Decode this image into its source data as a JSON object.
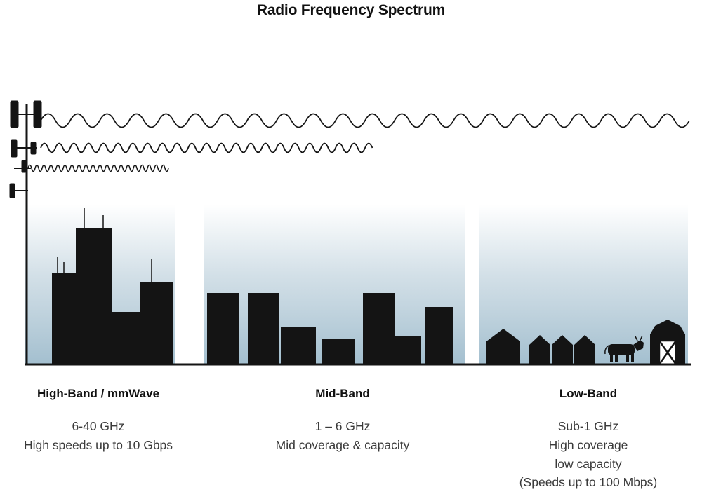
{
  "title": "Radio Frequency Spectrum",
  "bands": [
    {
      "id": "high-band",
      "label": "High-Band / mmWave",
      "lines": [
        "6-40 GHz",
        "High speeds up to 10 Gbps"
      ]
    },
    {
      "id": "mid-band",
      "label": "Mid-Band",
      "lines": [
        "1 – 6 GHz",
        "Mid coverage & capacity"
      ]
    },
    {
      "id": "low-band",
      "label": "Low-Band",
      "lines": [
        "Sub-1 GHz",
        "High coverage",
        "low capacity",
        "(Speeds up to 100 Mbps)"
      ]
    }
  ],
  "icons": {
    "tower": "cell-tower-icon",
    "waves": [
      "low-frequency-wave",
      "mid-frequency-wave",
      "high-frequency-wave"
    ],
    "high_band_scene": "skyscrapers-silhouette",
    "mid_band_scene": "mid-rise-silhouette",
    "low_band_scene": [
      "house-icon",
      "row-houses-icon",
      "cow-icon",
      "barn-icon"
    ],
    "ground": "ground-line"
  },
  "colors": {
    "ink": "#141414",
    "body_text": "#3a3a3a",
    "sky_top": "#ffffff",
    "sky_bottom": "#a3bfcf"
  }
}
